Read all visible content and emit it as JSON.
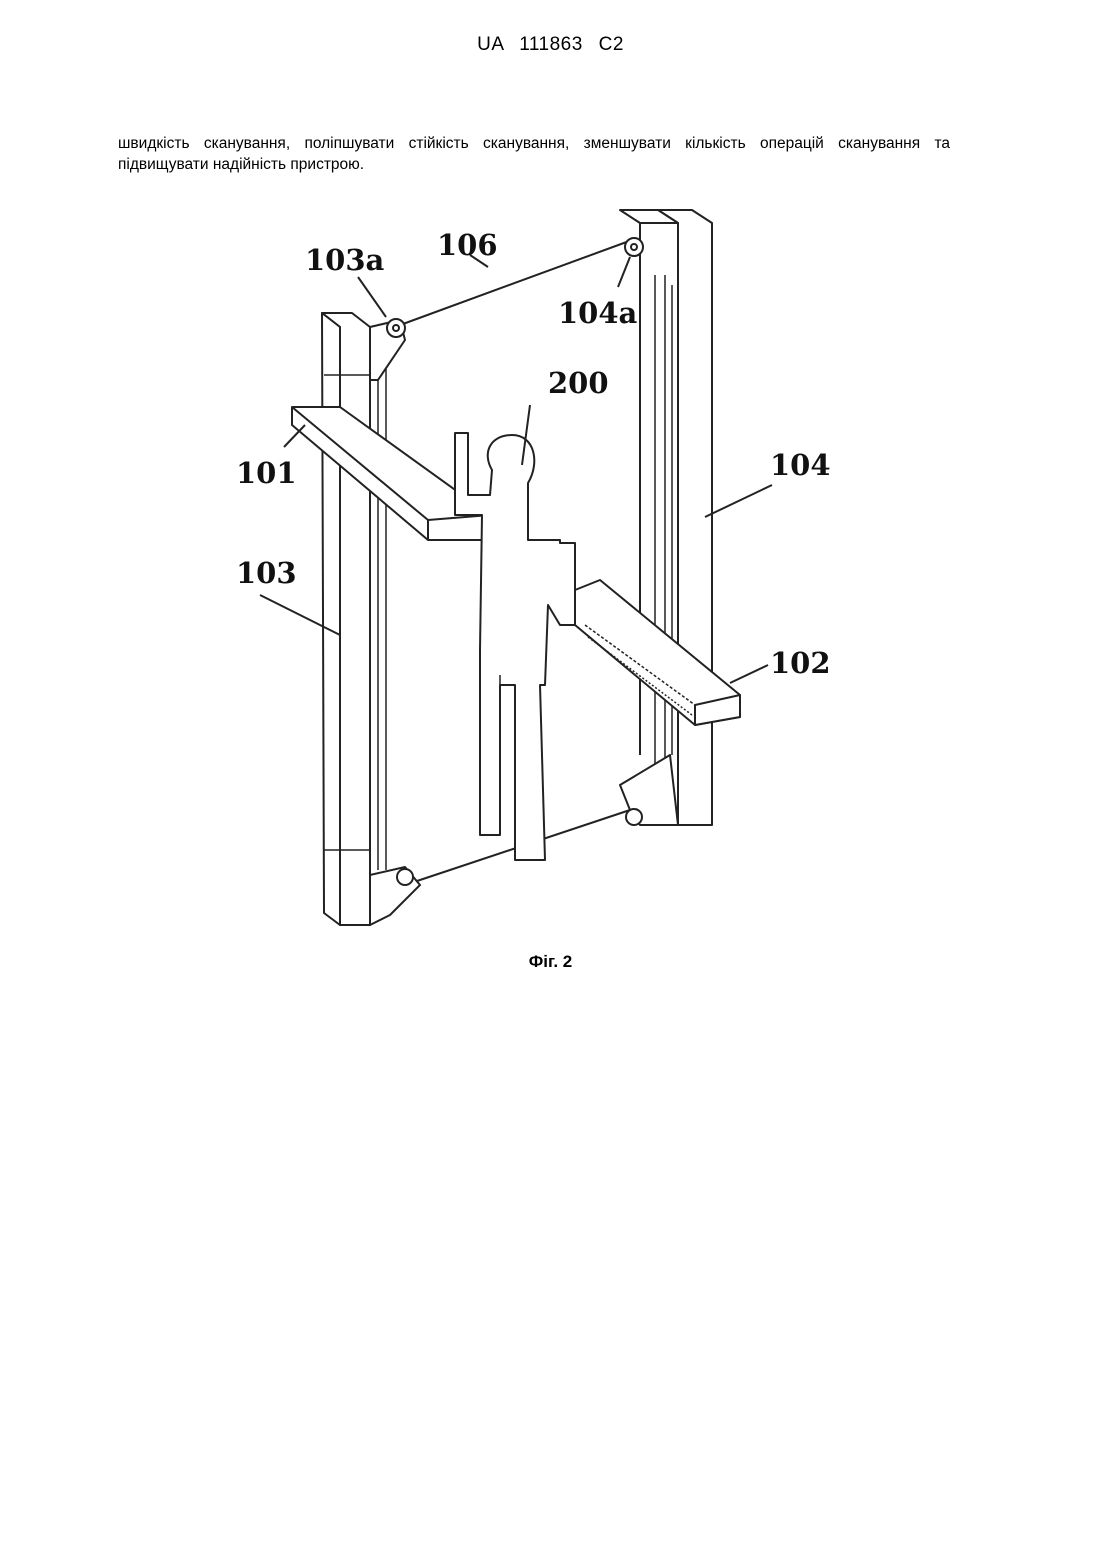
{
  "header": {
    "doc_id": "UA   111863   C2"
  },
  "body_text": "швидкість сканування, поліпшувати стійкість сканування, зменшувати кількість операцій сканування та підвищувати надійність пристрою.",
  "figure": {
    "labels": {
      "l101": "101",
      "l102": "102",
      "l103": "103",
      "l103a": "103a",
      "l104": "104",
      "l104a": "104a",
      "l106": "106",
      "l200": "200"
    },
    "caption": "Фіг. 2"
  }
}
